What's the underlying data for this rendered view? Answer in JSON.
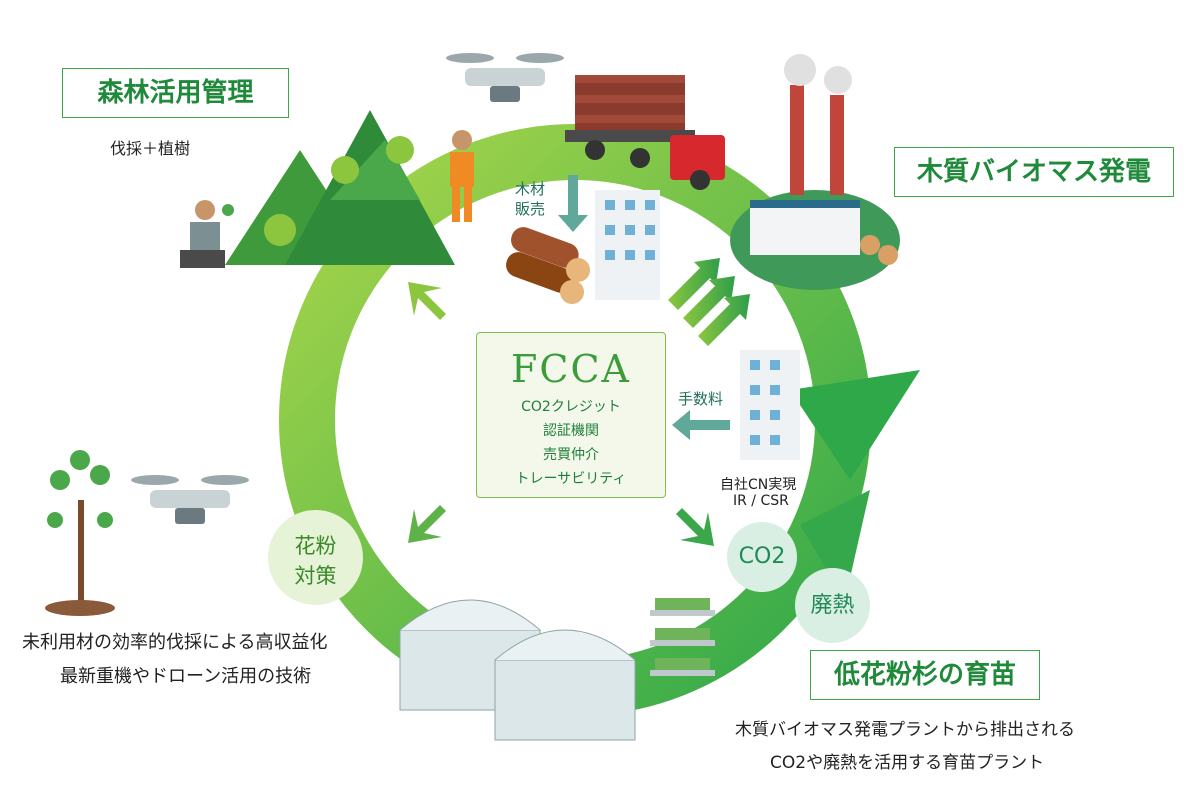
{
  "labels": {
    "forest_mgmt": "森林活用管理",
    "forest_sub": "伐採＋植樹",
    "biomass": "木質バイオマス発電",
    "seedling": "低花粉杉の育苗",
    "seedling_desc_1": "木質バイオマス発電プラントから排出される",
    "seedling_desc_2": "CO2や廃熱を活用する育苗プラント",
    "efficiency_1": "未利用材の効率的伐採による高収益化",
    "efficiency_2": "最新重機やドローン活用の技術",
    "timber_sale_1": "木材",
    "timber_sale_2": "販売",
    "fee": "手数料",
    "cn_1": "自社CN実現",
    "cn_2": "IR / CSR",
    "co2": "CO2",
    "waste_heat": "廃熱",
    "pollen_1": "花粉",
    "pollen_2": "対策"
  },
  "center": {
    "title": "FCCA",
    "items": [
      "CO2クレジット",
      "認証機関",
      "売買仲介",
      "トレーサビリティ"
    ]
  },
  "colors": {
    "accent_green": "#3aa84a",
    "dark_green": "#1f8a3a",
    "light_green": "#8cc63f",
    "teal": "#4a9c86",
    "badge_bg": "#d9efe4",
    "box_bg": "#f3f8ea"
  }
}
